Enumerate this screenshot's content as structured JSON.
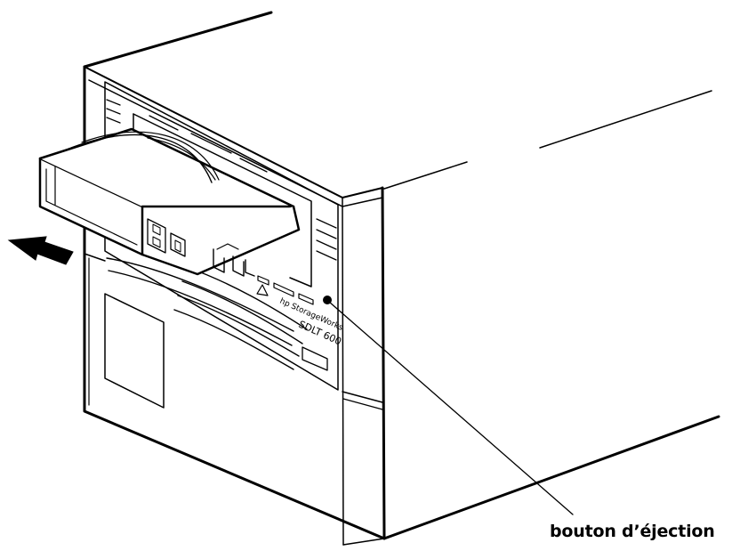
{
  "callout": {
    "label": "bouton d’éjection",
    "target": "eject-button"
  },
  "device_label": {
    "brand": "hp",
    "product_line": "StorageWorks",
    "model": "SDLT 600"
  },
  "arrow": {
    "direction": "left",
    "meaning": "cartridge-ejection"
  },
  "colors": {
    "line": "#000000",
    "background": "#ffffff"
  }
}
